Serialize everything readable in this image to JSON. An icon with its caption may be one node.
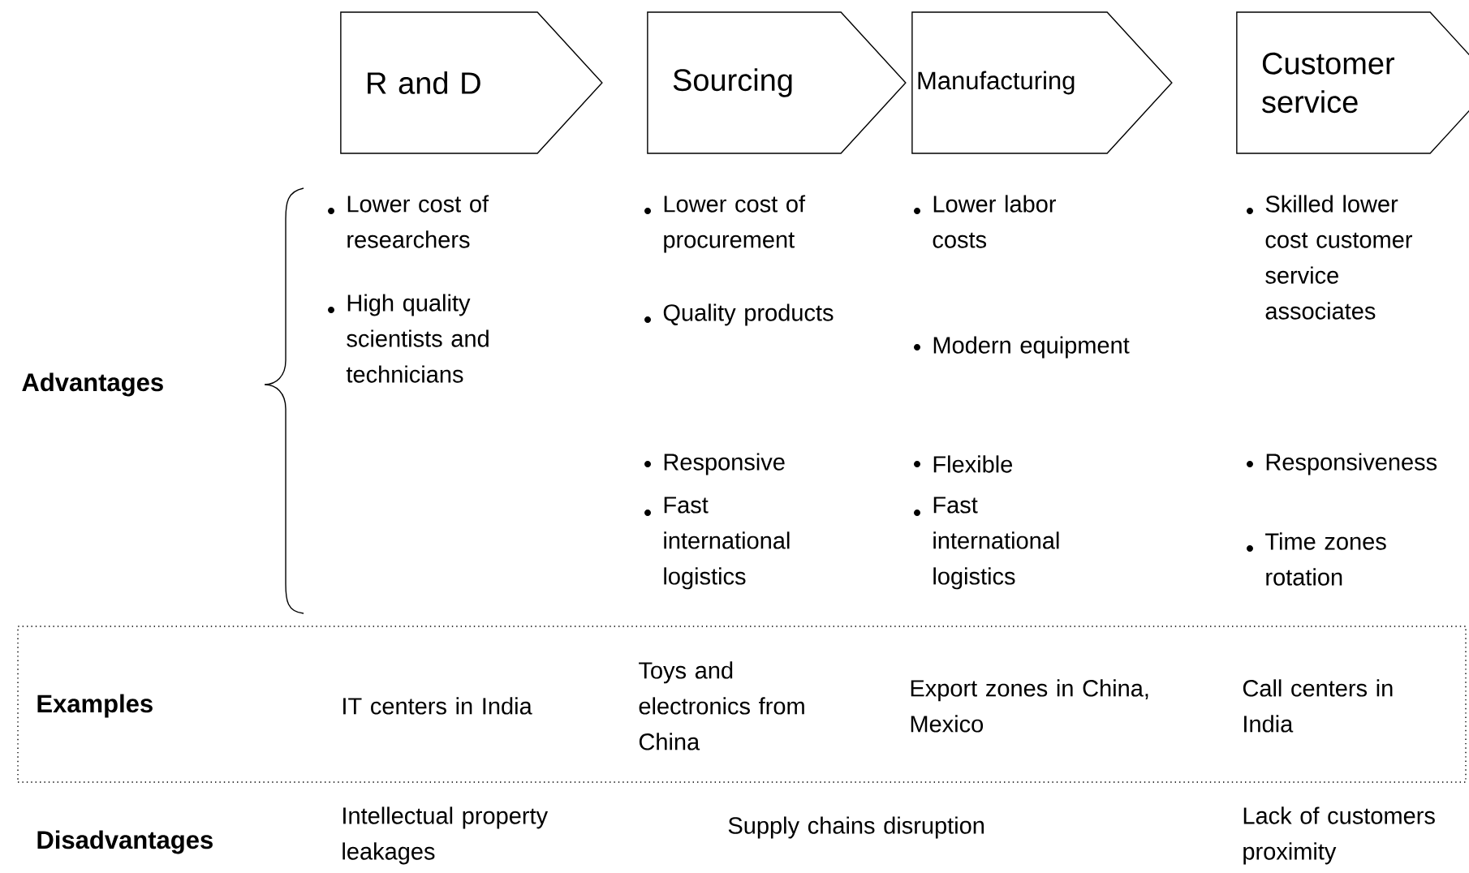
{
  "diagram": {
    "nodes": [
      {
        "text": [
          "R and D"
        ]
      },
      {
        "text": [
          "Sourcing"
        ]
      },
      {
        "text": [
          "Manufacturing"
        ]
      },
      {
        "text": [
          "Customer service"
        ]
      },
      {
        "text": [
          "Examples",
          "IT centers in India",
          "Toys and electronics from China",
          "Export zones in China, Mexico",
          "Call centers in India"
        ]
      }
    ],
    "labels": [
      "Advantages",
      "Lower cost of researchers",
      "Lower cost of procurement",
      "Lower labor costs",
      "Skilled lower cost customer service associates",
      "High quality scientists and technicians",
      "Quality products",
      "Modern equipment",
      "Responsive",
      "Flexible",
      "Responsiveness",
      "Fast international logistics",
      "Fast international logistics",
      "Time zones rotation",
      "Disadvantages",
      "Intellectual property leakages",
      "Supply chains disruption",
      "Lack of customers proximity"
    ]
  }
}
